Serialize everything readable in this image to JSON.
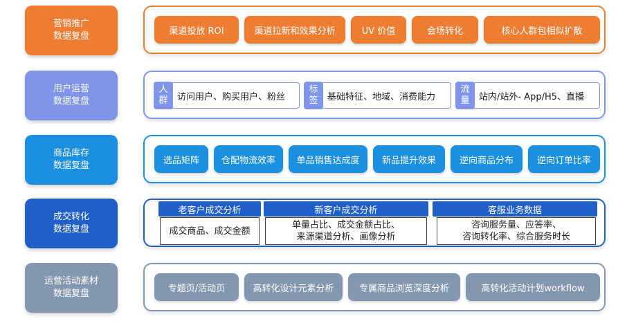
{
  "colors": {
    "orange": "#ee7d31",
    "periwinkle": "#7f95ea",
    "sky": "#1b8fe0",
    "navy": "#1f5fc7",
    "slate": "#8497b0"
  },
  "rows": [
    {
      "label_line1": "营销推广",
      "label_line2": "数据复盘",
      "items": [
        "渠道投放 ROI",
        "渠道拉新和效果分析",
        "UV 价值",
        "会场转化",
        "核心人群包相似扩散"
      ]
    },
    {
      "label_line1": "用户运营",
      "label_line2": "数据复盘",
      "groups": [
        {
          "tag_line1": "人",
          "tag_line2": "群",
          "text": "访问用户、购买用户、粉丝"
        },
        {
          "tag_line1": "标",
          "tag_line2": "签",
          "text": "基础特征、地域、消费能力"
        },
        {
          "tag_line1": "流",
          "tag_line2": "量",
          "text": "站内/站外- App/H5、直播"
        }
      ]
    },
    {
      "label_line1": "商品库存",
      "label_line2": "数据复盘",
      "items": [
        "选品矩阵",
        "仓配物流效率",
        "单品销售达成度",
        "新品提升效果",
        "逆向商品分布",
        "逆向订单比率"
      ]
    },
    {
      "label_line1": "成交转化",
      "label_line2": "数据复盘",
      "groups": [
        {
          "title": "老客户成交分析",
          "line1": "成交商品、成交金额",
          "line2": ""
        },
        {
          "title": "新客户成交分析",
          "line1": "单量占比、成交金额占比、",
          "line2": "来源渠道分析、画像分析"
        },
        {
          "title": "客服业务数据",
          "line1": "咨询服务量、应答率、",
          "line2": "咨询转化率、综合服务时长"
        }
      ]
    },
    {
      "label_line1": "运营活动素材",
      "label_line2": "数据复盘",
      "items": [
        "专题页/活动页",
        "高转化设计元素分析",
        "专属商品浏览深度分析",
        "高转化活动计划workflow"
      ]
    }
  ]
}
